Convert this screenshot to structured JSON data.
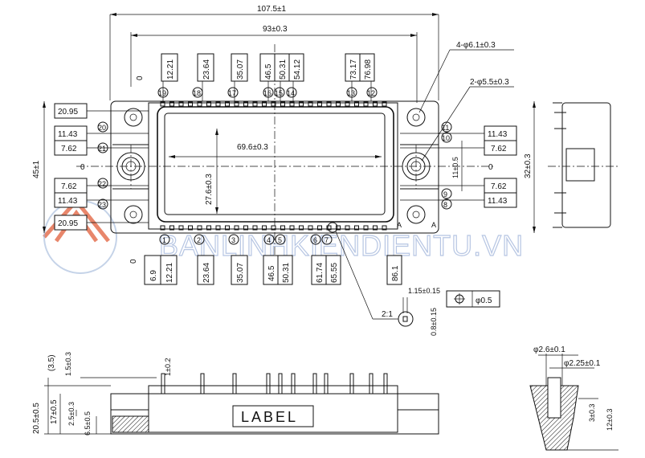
{
  "dims": {
    "overall_width": "107.5±1",
    "base_width": "93±0.3",
    "holes_large": "4-φ6.1±0.3",
    "holes_small": "2-φ5.5±0.3",
    "window_width": "69.6±0.3",
    "window_height": "27.6±0.3",
    "overall_height": "45±1",
    "right_height": "32±0.3",
    "center_offset": "11±0.5",
    "zero": "0",
    "pin_width": "1.15±0.15",
    "position_tol": "φ0.5",
    "scale": "2:1",
    "pin_thick": "0.8±0.15",
    "section_a": "A",
    "label": "LABEL",
    "side_heights": [
      "20.5±0.5",
      "17±0.5",
      "2.5±0.3",
      "6.5±0.5"
    ],
    "side_top": [
      "(3.5)",
      "1.5±0.3",
      "1±0.2"
    ],
    "pin_detail": [
      "φ2.6±0.1",
      "φ2.25±0.1",
      "3±0.3",
      "12±0.3"
    ]
  },
  "top_pins": [
    {
      "value": "12.21",
      "num": "19"
    },
    {
      "value": "23.64",
      "num": "18"
    },
    {
      "value": "35.07",
      "num": "17"
    },
    {
      "value": "46.5",
      "num": "16"
    },
    {
      "value": "50.31",
      "num": "15"
    },
    {
      "value": "54.12",
      "num": "14"
    },
    {
      "value": "73.17",
      "num": "13"
    },
    {
      "value": "76.98",
      "num": "12"
    }
  ],
  "bottom_pins": [
    {
      "value": "6.9",
      "num": ""
    },
    {
      "value": "12.21",
      "num": "1"
    },
    {
      "value": "23.64",
      "num": "2"
    },
    {
      "value": "35.07",
      "num": "3"
    },
    {
      "value": "46.5",
      "num": "4"
    },
    {
      "value": "50.31",
      "num": "5"
    },
    {
      "value": "61.74",
      "num": "6"
    },
    {
      "value": "65.55",
      "num": "7"
    },
    {
      "value": "86.1",
      "num": ""
    }
  ],
  "left_dims": [
    "20.95",
    "11.43",
    "7.62",
    "7.62",
    "11.43",
    "20.95"
  ],
  "left_pins": [
    "20",
    "21",
    "22",
    "23"
  ],
  "right_dims": [
    "11.43",
    "7.62",
    "7.62",
    "11.43"
  ],
  "right_pins": [
    "11",
    "10",
    "9",
    "8"
  ],
  "watermark": "BANLINHKIENDIENTU.VN"
}
